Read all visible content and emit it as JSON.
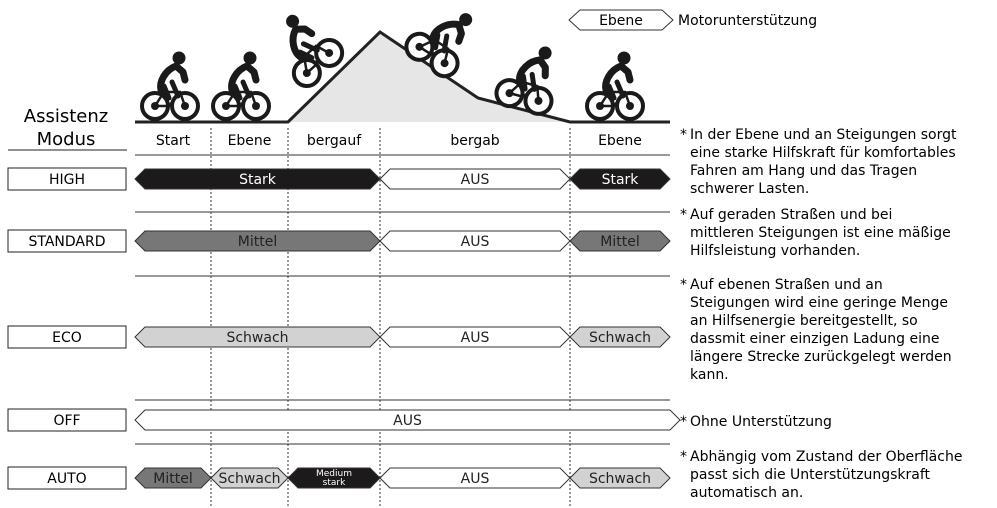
{
  "legend": {
    "terrain_tag": "Ebene",
    "label": "Motorunterstützung"
  },
  "header": {
    "line1": "Assistenz",
    "line2": "Modus"
  },
  "segments": [
    {
      "key": "start",
      "label": "Start"
    },
    {
      "key": "ebene1",
      "label": "Ebene"
    },
    {
      "key": "bergauf",
      "label": "bergauf"
    },
    {
      "key": "bergab",
      "label": "bergab"
    },
    {
      "key": "ebene2",
      "label": "Ebene"
    }
  ],
  "modes": [
    {
      "key": "high",
      "name": "HIGH",
      "bars": [
        {
          "label": "Stark",
          "level": "stark"
        },
        {
          "label": "AUS",
          "level": "aus"
        },
        {
          "label": "Stark",
          "level": "stark"
        }
      ],
      "note": [
        "In der Ebene und an Steigungen sorgt",
        "eine starke Hilfskraft für komfortables",
        "Fahren am Hang und das Tragen",
        "schwerer Lasten."
      ]
    },
    {
      "key": "standard",
      "name": "STANDARD",
      "bars": [
        {
          "label": "Mittel",
          "level": "mittel"
        },
        {
          "label": "AUS",
          "level": "aus"
        },
        {
          "label": "Mittel",
          "level": "mittel"
        }
      ],
      "note": [
        "Auf geraden Straßen und bei",
        "mittleren Steigungen ist eine mäßige",
        "Hilfsleistung vorhanden."
      ]
    },
    {
      "key": "eco",
      "name": "ECO",
      "bars": [
        {
          "label": "Schwach",
          "level": "schwach"
        },
        {
          "label": "AUS",
          "level": "aus"
        },
        {
          "label": "Schwach",
          "level": "schwach"
        }
      ],
      "note": [
        "Auf ebenen Straßen und an",
        "Steigungen wird eine geringe Menge",
        "an Hilfsenergie bereitgestellt, so",
        "dassmit einer einzigen Ladung eine",
        "längere Strecke zurückgelegt werden",
        "kann."
      ]
    },
    {
      "key": "off",
      "name": "OFF",
      "bars": [
        {
          "label": "AUS",
          "level": "aus"
        }
      ],
      "note": [
        "Ohne Unterstützung"
      ]
    },
    {
      "key": "auto",
      "name": "AUTO",
      "bars": [
        {
          "label": "Mittel",
          "level": "mittel"
        },
        {
          "label": "Schwach",
          "level": "schwach"
        },
        {
          "label": "Medium stark",
          "label_lines": [
            "Medium",
            "stark"
          ],
          "level": "stark"
        },
        {
          "label": "AUS",
          "level": "aus"
        },
        {
          "label": "Schwach",
          "level": "schwach"
        }
      ],
      "note": [
        "Abhängig vom Zustand der Oberfläche",
        "passt sich die Unterstützungskraft",
        "automatisch an."
      ]
    }
  ],
  "note_marker": "*",
  "colors": {
    "stark": "#1c1a1a",
    "mittel": "#777777",
    "schwach": "#d2d2d2",
    "aus": "#ffffff",
    "hill": "#e6e6e6",
    "line": "#222222"
  },
  "icons": [
    "cyclist-icon",
    "hill-profile"
  ]
}
